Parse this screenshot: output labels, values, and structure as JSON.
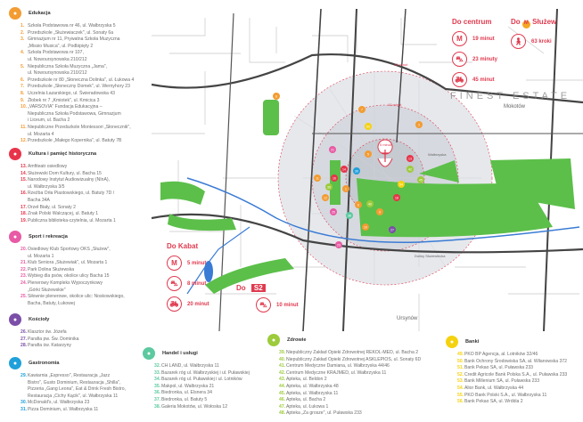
{
  "sections": [
    {
      "title": "Edukacja",
      "icon": "graduation-icon",
      "color": "#f39c32",
      "items": [
        {
          "n": "1.",
          "t": "Szkoła Podstawowa nr 46, ul. Wałbrzyska 5"
        },
        {
          "n": "2.",
          "t": "Przedszkole „Służewiaczek\", ul. Sonaty 6a"
        },
        {
          "n": "3.",
          "t": "Gimnazjum nr 11, Prywatna Szkoła Muzyczna\n„Missio Musica\", ul. Podbipięty 2"
        },
        {
          "n": "4.",
          "t": "Szkoła Podstawowa nr 107,\nul. Nowoursynowska 210/212"
        },
        {
          "n": "5.",
          "t": "Niepubliczna Szkoła Muzyczna „Jama\",\nul. Nowoursynowska 210/212"
        },
        {
          "n": "6.",
          "t": "Przedszkole nr 80 „Słoneczna Dolinka\", ul. Łukowa 4"
        },
        {
          "n": "7.",
          "t": "Przedszkole „Słoneczny Domek\", ul. Wernyhory 23"
        },
        {
          "n": "8.",
          "t": "Uczelnia Łazarskiego, ul. Świeradowska 43"
        },
        {
          "n": "9.",
          "t": "Żłobek nr 7 „Kmiotek\", ul. Kmicica 3"
        },
        {
          "n": "10.",
          "t": "„VARSOVIA\" Fundacja Edukacyjna –\nNiepubliczna Szkoła Podstawowa, Gimnazjum\ni Liceum, ul. Bacha 2"
        },
        {
          "n": "11.",
          "t": "Niepubliczne Przedszkole Montessori „Słonecznik\",\nul. Mozarta 4"
        },
        {
          "n": "12.",
          "t": "Przedszkole „Małego Kopernika\", ul. Batuty 7B"
        }
      ]
    },
    {
      "title": "Kultura i pamięć historyczna",
      "icon": "theater-icon",
      "color": "#e8344a",
      "items": [
        {
          "n": "13.",
          "t": "Amfiteatr osiedlowy"
        },
        {
          "n": "14.",
          "t": "Służewski Dom Kultury, ul. Bacha 15"
        },
        {
          "n": "15.",
          "t": "Narodowy Instytut Audiowizualny (NInA),\nul. Wałbrzyska 3/5"
        },
        {
          "n": "16.",
          "t": "Rzeźba Orła Piastowskiego, ul. Batuty 7D /\nBacha 34A"
        },
        {
          "n": "17.",
          "t": "Orzeł Biały, ul. Sonaty 2"
        },
        {
          "n": "18.",
          "t": "Znak Polski Walczącej, ul. Batuty 1"
        },
        {
          "n": "19.",
          "t": "Publiczna biblioteka-czytelnia, ul. Mozarta 1"
        }
      ]
    },
    {
      "title": "Sport i rekreacja",
      "icon": "sport-icon",
      "color": "#e85aa5",
      "items": [
        {
          "n": "20.",
          "t": "Osiedlowy Klub Sportowy OKS „Służew\",\nul. Mozarta 1"
        },
        {
          "n": "21.",
          "t": "Klub Seniora „Służewiak\", ul. Mozarta 1"
        },
        {
          "n": "22.",
          "t": "Park Dolina Służewska"
        },
        {
          "n": "23.",
          "t": "Wybieg dla psów, okolice ulicy Bacha 15"
        },
        {
          "n": "24.",
          "t": "Plenerowy Kompleks Wypoczynkowy\n„Górki Służewskie\""
        },
        {
          "n": "25.",
          "t": "Siłownie plenerowe, okolice ulic: Noskowskiego,\nBacha,  Batuty, Łukowej"
        }
      ]
    },
    {
      "title": "Kościoły",
      "icon": "church-icon",
      "color": "#7b4fa8",
      "items": [
        {
          "n": "26.",
          "t": "Klasztor św. Józefa"
        },
        {
          "n": "27.",
          "t": "Parafia pw. Św. Dominika"
        },
        {
          "n": "28.",
          "t": "Parafia św. Katarzyny"
        }
      ]
    },
    {
      "title": "Gastronomia",
      "icon": "cup-icon",
      "color": "#1fa0db",
      "items": [
        {
          "n": "29.",
          "t": "Kawiarnia „Espresso\", Restauracja „Jazz\nBistro\", Gusto Dominium, Restauracja „Shilla\",\nPizzeria „Gang Leona\", Eat & Drink Fresh Bistro,\nRestauracja „Cichy Kącik\", ul. Wałbrzyska 11"
        },
        {
          "n": "30.",
          "t": "McDonald's, ul. Wałbrzyska 23"
        },
        {
          "n": "31.",
          "t": "Pizza Dominium, ul. Wałbrzyska 11"
        }
      ]
    },
    {
      "title": "Handel i usługi",
      "icon": "cart-icon",
      "color": "#5cc9a0",
      "items": [
        {
          "n": "32.",
          "t": "CH LAND, ul. Wałbrzyska 11"
        },
        {
          "n": "33.",
          "t": "Bazarek róg ul. Wałbrzyskiej i ul. Puławskiej"
        },
        {
          "n": "34.",
          "t": "Bazarek róg ul. Puławskiej i ul. Lotników"
        },
        {
          "n": "35.",
          "t": "Makpol, ul. Wałbrzyska 21"
        },
        {
          "n": "36.",
          "t": "Biedronka, ul. Elsnera 34"
        },
        {
          "n": "37.",
          "t": "Biedronka, ul. Batuty 5"
        },
        {
          "n": "38.",
          "t": "Galeria Mokotów, ul. Wołoska 12"
        }
      ]
    },
    {
      "title": "Zdrowie",
      "icon": "health-icon",
      "color": "#9ccb3b",
      "items": [
        {
          "n": "39.",
          "t": "Niepubliczny Zakład Opieki Zdrowotnej REKOL-MED, ul. Bacha 2"
        },
        {
          "n": "40.",
          "t": "Niepubliczny Zakład Opieki Zdrowotnej ASKLEPIOS, ul. Sonaty 6D"
        },
        {
          "n": "41.",
          "t": "Centrum Medyczne Damiana, ul. Wałbrzyska 44/46"
        },
        {
          "n": "42.",
          "t": "Centrum Medyczne KRAJMED, ul. Wałbrzyska 11"
        },
        {
          "n": "43.",
          "t": "Apteka, ul. Beldon 2"
        },
        {
          "n": "44.",
          "t": "Apteka, ul. Wałbrzyska 48"
        },
        {
          "n": "45.",
          "t": "Apteka, ul. Wałbrzyska 11"
        },
        {
          "n": "46.",
          "t": "Apteka, ul. Bacha 2"
        },
        {
          "n": "47.",
          "t": "Apteka, ul. Łukowa 1"
        },
        {
          "n": "48.",
          "t": "Apteka „Za grosze\", ul. Puławska 233"
        }
      ]
    },
    {
      "title": "Banki",
      "icon": "bank-icon",
      "color": "#f5d20f",
      "items": [
        {
          "n": "49.",
          "t": "PKO BP Agencja, al. Lotników 32/46"
        },
        {
          "n": "50.",
          "t": "Bank Ochrony Środowiska SA, al. Wilanowska 372"
        },
        {
          "n": "51.",
          "t": "Bank Pekao SA, ul. Puławska 233"
        },
        {
          "n": "52.",
          "t": "Credit Agricole Bank Polska S.A., ul. Puławska 233"
        },
        {
          "n": "53.",
          "t": "Bank Millenium SA, ul. Puławska 233"
        },
        {
          "n": "54.",
          "t": "Alior Bank, ul. Wałbrzyska 44"
        },
        {
          "n": "55.",
          "t": "PKO Bank Polski S.A., ul. Wałbrzyska 11"
        },
        {
          "n": "56.",
          "t": "Bank Pekao SA, ul. Wróbla 2"
        }
      ]
    }
  ],
  "accent": "#e03a4f",
  "travel": {
    "centrum": {
      "title": "Do centrum",
      "metro": "19 minut",
      "car": "23 minuty",
      "bike": "45 minut"
    },
    "sluzew": {
      "title_pre": "Do",
      "title": "Służew",
      "walk": "63 kroki"
    },
    "kabaty": {
      "title": "Do Kabat",
      "metro": "5 minut",
      "car": "8 minut",
      "bike": "20 minut"
    },
    "s2": {
      "title_pre": "Do",
      "badge": "S2",
      "car": "10 minut"
    }
  },
  "map": {
    "isochrones": [
      "15 minut",
      "10 minut",
      "5 minut"
    ],
    "streets": [
      "Wałbrzyska",
      "Puławska",
      "Al. Lotników",
      "Wałbrzyska",
      "Doliny Służewiecka"
    ],
    "district": "Ursynów",
    "watermark": "FINEST ESTATE",
    "watermark_sub": "Mokotów",
    "markers": [
      "8",
      "21",
      "3",
      "16",
      "14",
      "1",
      "5",
      "6",
      "30",
      "40",
      "13",
      "42",
      "45",
      "10",
      "18",
      "27",
      "25",
      "38",
      "12",
      "50",
      "7",
      "23",
      "9",
      "39",
      "54",
      "11"
    ]
  }
}
